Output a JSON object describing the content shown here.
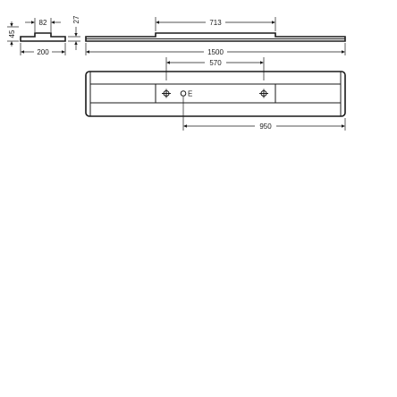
{
  "dimensions": {
    "side_top_width": "82",
    "side_height_step": "27",
    "side_total_height": "45",
    "side_width": "200",
    "front_top_length": "713",
    "front_total_length": "1500",
    "bottom_fixing_spacing": "570",
    "bottom_feed_offset": "950"
  },
  "labels": {
    "feed_marker": "E"
  }
}
